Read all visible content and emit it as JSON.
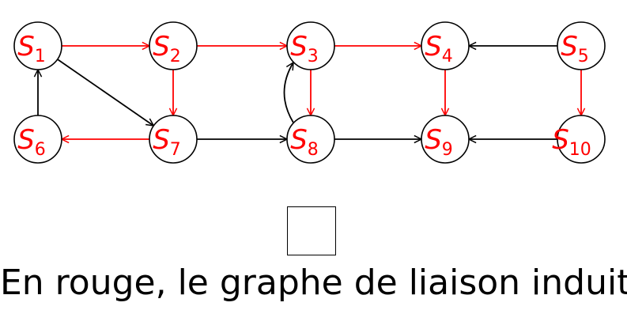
{
  "graph": {
    "colors": {
      "induced": "#ff0000",
      "other": "#000000",
      "node_border": "#000000"
    },
    "nodes": [
      {
        "id": "S1",
        "letter": "S",
        "sub": "1"
      },
      {
        "id": "S2",
        "letter": "S",
        "sub": "2"
      },
      {
        "id": "S3",
        "letter": "S",
        "sub": "3"
      },
      {
        "id": "S4",
        "letter": "S",
        "sub": "4"
      },
      {
        "id": "S5",
        "letter": "S",
        "sub": "5"
      },
      {
        "id": "S6",
        "letter": "S",
        "sub": "6"
      },
      {
        "id": "S7",
        "letter": "S",
        "sub": "7"
      },
      {
        "id": "S8",
        "letter": "S",
        "sub": "8"
      },
      {
        "id": "S9",
        "letter": "S",
        "sub": "9"
      },
      {
        "id": "S10",
        "letter": "S",
        "sub": "10"
      }
    ],
    "edges": [
      {
        "from": "S1",
        "to": "S2",
        "color": "induced"
      },
      {
        "from": "S2",
        "to": "S3",
        "color": "induced"
      },
      {
        "from": "S3",
        "to": "S4",
        "color": "induced"
      },
      {
        "from": "S5",
        "to": "S4",
        "color": "other"
      },
      {
        "from": "S2",
        "to": "S7",
        "color": "induced"
      },
      {
        "from": "S3",
        "to": "S8",
        "color": "induced"
      },
      {
        "from": "S4",
        "to": "S9",
        "color": "induced"
      },
      {
        "from": "S5",
        "to": "S10",
        "color": "induced"
      },
      {
        "from": "S1",
        "to": "S7",
        "color": "other"
      },
      {
        "from": "S6",
        "to": "S1",
        "color": "other"
      },
      {
        "from": "S7",
        "to": "S6",
        "color": "induced"
      },
      {
        "from": "S7",
        "to": "S8",
        "color": "other"
      },
      {
        "from": "S8",
        "to": "S9",
        "color": "other"
      },
      {
        "from": "S10",
        "to": "S9",
        "color": "other"
      },
      {
        "from": "S8",
        "to": "S3",
        "color": "other",
        "curved": true
      }
    ]
  },
  "caption": "En rouge, le graphe de liaison induit."
}
